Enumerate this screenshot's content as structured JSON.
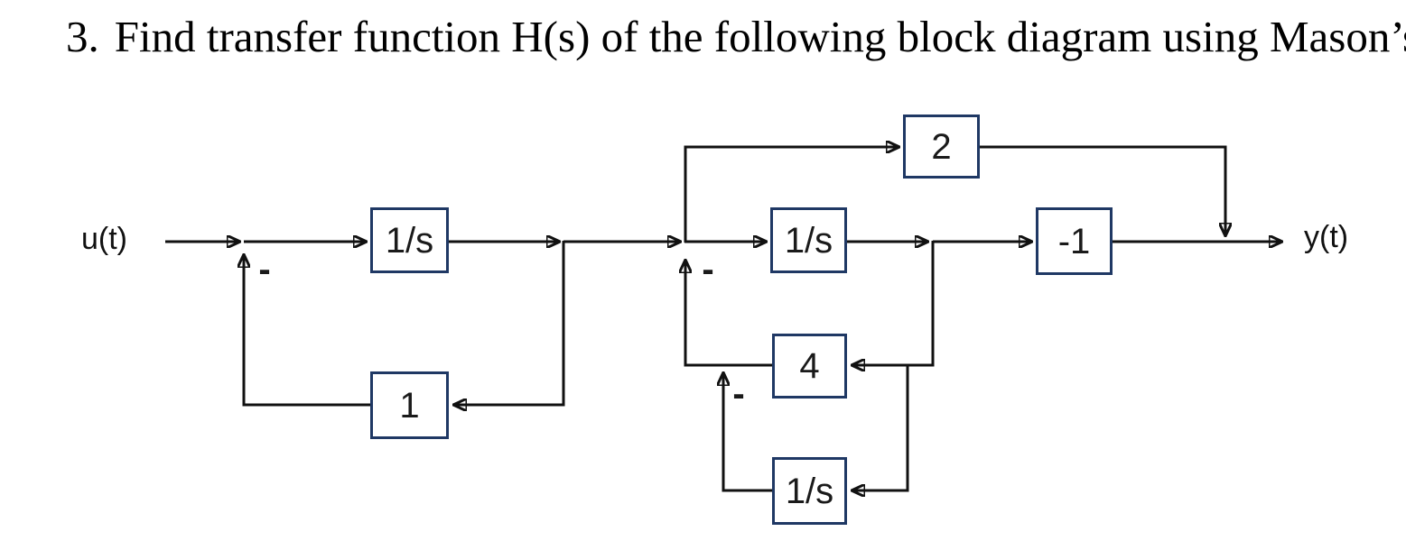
{
  "title": {
    "number": "3.",
    "text": "Find transfer function H(s) of the following block diagram using Mason’s formula."
  },
  "diagram": {
    "input_label": "u(t)",
    "output_label": "y(t)",
    "minus_sign": "-",
    "blocks": [
      {
        "id": "integrator-1",
        "label": "1/s"
      },
      {
        "id": "feedback-gain-1",
        "label": "1"
      },
      {
        "id": "feedforward-gain-2",
        "label": "2"
      },
      {
        "id": "integrator-2",
        "label": "1/s"
      },
      {
        "id": "output-gain-neg1",
        "label": "-1"
      },
      {
        "id": "feedback-gain-4",
        "label": "4"
      },
      {
        "id": "integrator-3",
        "label": "1/s"
      }
    ],
    "colors": {
      "block_border": "#1f3864",
      "wire": "#111111",
      "label_text": "#1a1a1a",
      "background": "#ffffff"
    }
  }
}
